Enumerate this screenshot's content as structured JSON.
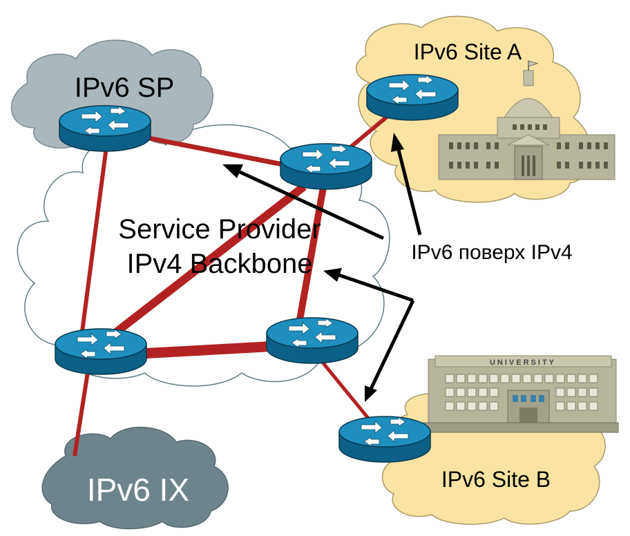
{
  "labels": {
    "sp": "IPv6 SP",
    "site_a": "IPv6 Site A",
    "site_b": "IPv6 Site B",
    "ix": "IPv6 IX",
    "backbone_line1": "Service Provider",
    "backbone_line2": "IPv4 Backbone",
    "tunnel": "IPv6 поверх IPv4",
    "university": "UNIVERSITY"
  },
  "colors": {
    "link": "#b22222",
    "router_top": "#1f8fbf",
    "router_side": "#0c5f86",
    "cloud_sp": "#aab8bd",
    "cloud_site": "#fbe3a3",
    "cloud_ix": "#6e848d",
    "cloud_backbone": "#ffffff",
    "building": "#b7b59c"
  }
}
